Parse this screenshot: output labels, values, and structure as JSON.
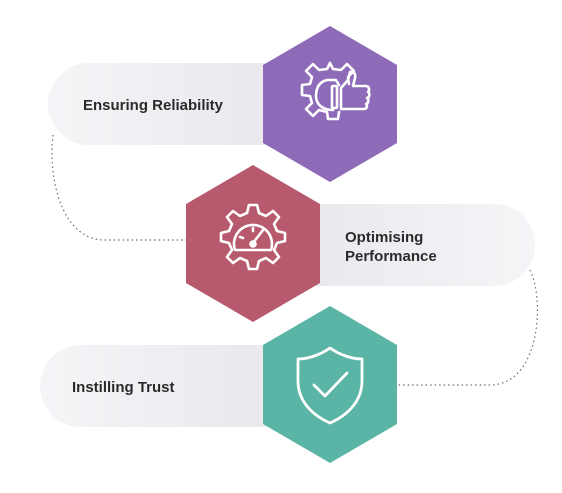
{
  "steps": [
    {
      "label_lines": [
        "Ensuring Reliability"
      ],
      "icon": "gear-thumbs-up-icon",
      "color": "#8e6bb8"
    },
    {
      "label_lines": [
        "Optimising",
        "Performance"
      ],
      "icon": "gear-speedometer-icon",
      "color": "#b85a6e"
    },
    {
      "label_lines": [
        "Instilling Trust"
      ],
      "icon": "shield-check-icon",
      "color": "#5ab5a6"
    }
  ],
  "colors": {
    "pill_light": "#f4f4f7",
    "pill_dark": "#e7e7ec",
    "connector": "#6e6e6e"
  }
}
